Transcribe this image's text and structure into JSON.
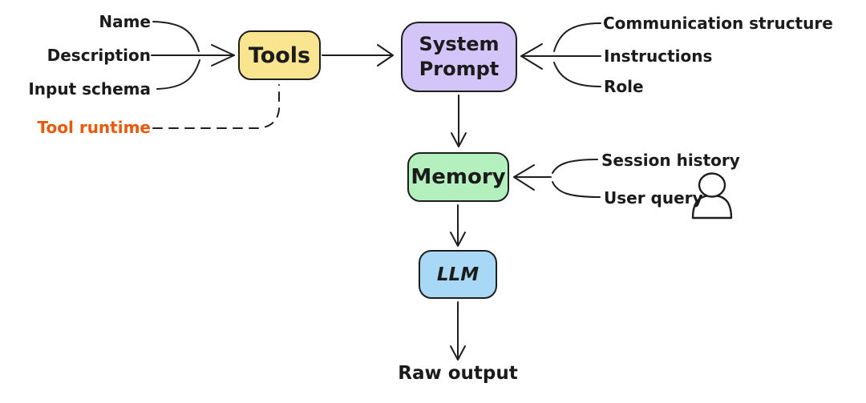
{
  "nodes": {
    "tools": {
      "label": "Tools",
      "fill": "#f9e48f"
    },
    "system_prompt": {
      "label": "System Prompt",
      "fill": "#d4c5f9"
    },
    "memory": {
      "label": "Memory",
      "fill": "#b4efbe"
    },
    "llm": {
      "label": "LLM",
      "fill": "#a9d8f7"
    }
  },
  "labels": {
    "tools_inputs": [
      "Name",
      "Description",
      "Input schema"
    ],
    "tool_runtime": {
      "text": "Tool runtime",
      "color": "#e8590c"
    },
    "system_prompt_inputs": [
      "Communication structure",
      "Instructions",
      "Role"
    ],
    "memory_inputs": [
      "Session history",
      "User query"
    ],
    "output": "Raw output"
  },
  "colors": {
    "stroke": "#1e1e1e",
    "text": "#1b1b1b"
  },
  "icons": {
    "user": "user-icon"
  }
}
